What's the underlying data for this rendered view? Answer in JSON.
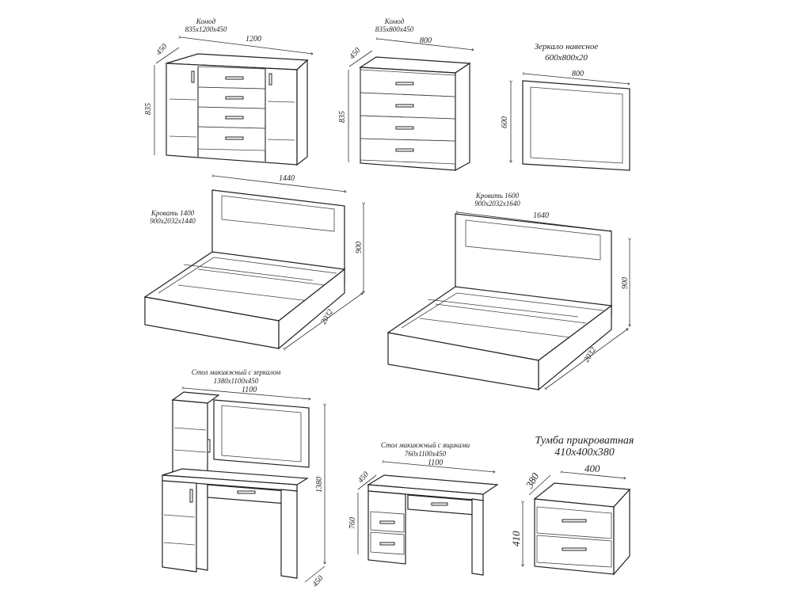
{
  "items": {
    "dresser_large": {
      "name": "Комод",
      "size": "835x1200x450",
      "width": "1200",
      "depth": "450",
      "height": "835"
    },
    "dresser_small": {
      "name": "Комод",
      "size": "835x800x450",
      "width": "800",
      "depth": "450",
      "height": "835"
    },
    "mirror": {
      "name": "Зеркало навесное",
      "size": "600x800x20",
      "width": "800",
      "height": "600"
    },
    "bed_1400": {
      "name": "Кровать 1400",
      "size": "900x2032x1440",
      "width": "1440",
      "height": "900",
      "length": "2032"
    },
    "bed_1600": {
      "name": "Кровать 1600",
      "size": "900x2032x1640",
      "width": "1640",
      "height": "900",
      "length": "2032"
    },
    "vanity_mirror": {
      "name": "Стол макияжный с зеркалом",
      "size": "1380x1100x450",
      "width": "1100",
      "height": "1380",
      "depth": "450"
    },
    "vanity_drawers": {
      "name": "Стол макияжный с  ящиками",
      "size": "760x1100x450",
      "width": "1100",
      "depth": "450",
      "height": "760"
    },
    "nightstand": {
      "name": "Тумба прикроватная",
      "size": "410x400x380",
      "width": "400",
      "depth": "380",
      "height": "410"
    }
  }
}
